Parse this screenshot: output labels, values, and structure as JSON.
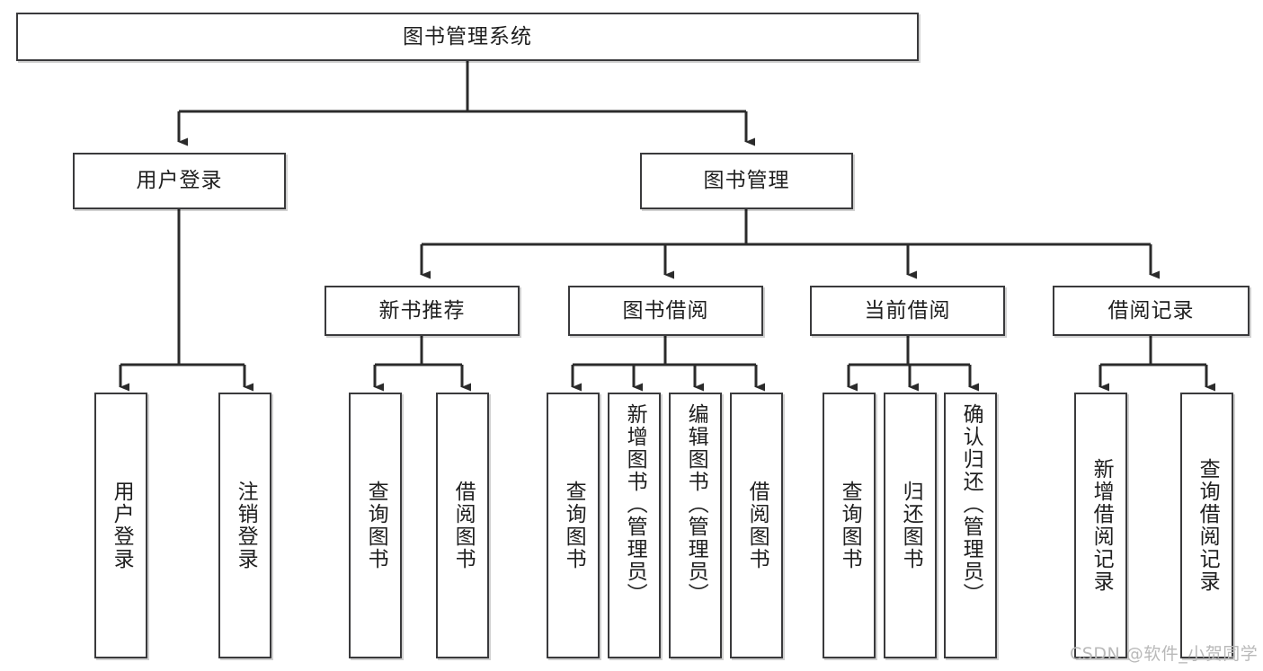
{
  "diagram": {
    "title": "图书管理系统",
    "type": "tree",
    "watermark": "CSDN @软件_小贺同学",
    "colors": {
      "border": "#3a3a3c",
      "fill": "#ffffff",
      "text": "#1f1f1f",
      "connector": "#2b2b2b",
      "watermark": "#b9b9b9"
    },
    "root": {
      "label": "图书管理系统"
    },
    "level2": [
      {
        "label": "用户登录"
      },
      {
        "label": "图书管理"
      }
    ],
    "level3": [
      {
        "label": "新书推荐"
      },
      {
        "label": "图书借阅"
      },
      {
        "label": "当前借阅"
      },
      {
        "label": "借阅记录"
      }
    ],
    "leaves": {
      "user_login": [
        {
          "label": "用户登录"
        },
        {
          "label": "注销登录"
        }
      ],
      "new_book": [
        {
          "label": "查询图书"
        },
        {
          "label": "借阅图书"
        }
      ],
      "book_borrow": [
        {
          "label": "查询图书"
        },
        {
          "label": "新增图书（管理员）"
        },
        {
          "label": "编辑图书（管理员）"
        },
        {
          "label": "借阅图书"
        }
      ],
      "current_borrow": [
        {
          "label": "查询图书"
        },
        {
          "label": "归还图书"
        },
        {
          "label": "确认归还（管理员）"
        }
      ],
      "borrow_record": [
        {
          "label": "新增借阅记录"
        },
        {
          "label": "查询借阅记录"
        }
      ]
    }
  }
}
